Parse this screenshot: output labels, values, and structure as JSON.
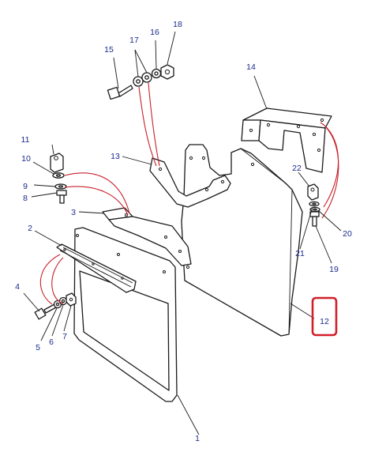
{
  "diagram": {
    "callouts": [
      "1",
      "2",
      "3",
      "4",
      "5",
      "6",
      "7",
      "8",
      "9",
      "10",
      "11",
      "12",
      "13",
      "14",
      "15",
      "16",
      "17",
      "18",
      "19",
      "20",
      "21",
      "22"
    ],
    "highlighted_callout": "12",
    "colors": {
      "line": "#1a1a1a",
      "callout_text": "#1a2a8c",
      "association_lines": "#c8202a",
      "highlight_box": "#d11f2a"
    }
  }
}
